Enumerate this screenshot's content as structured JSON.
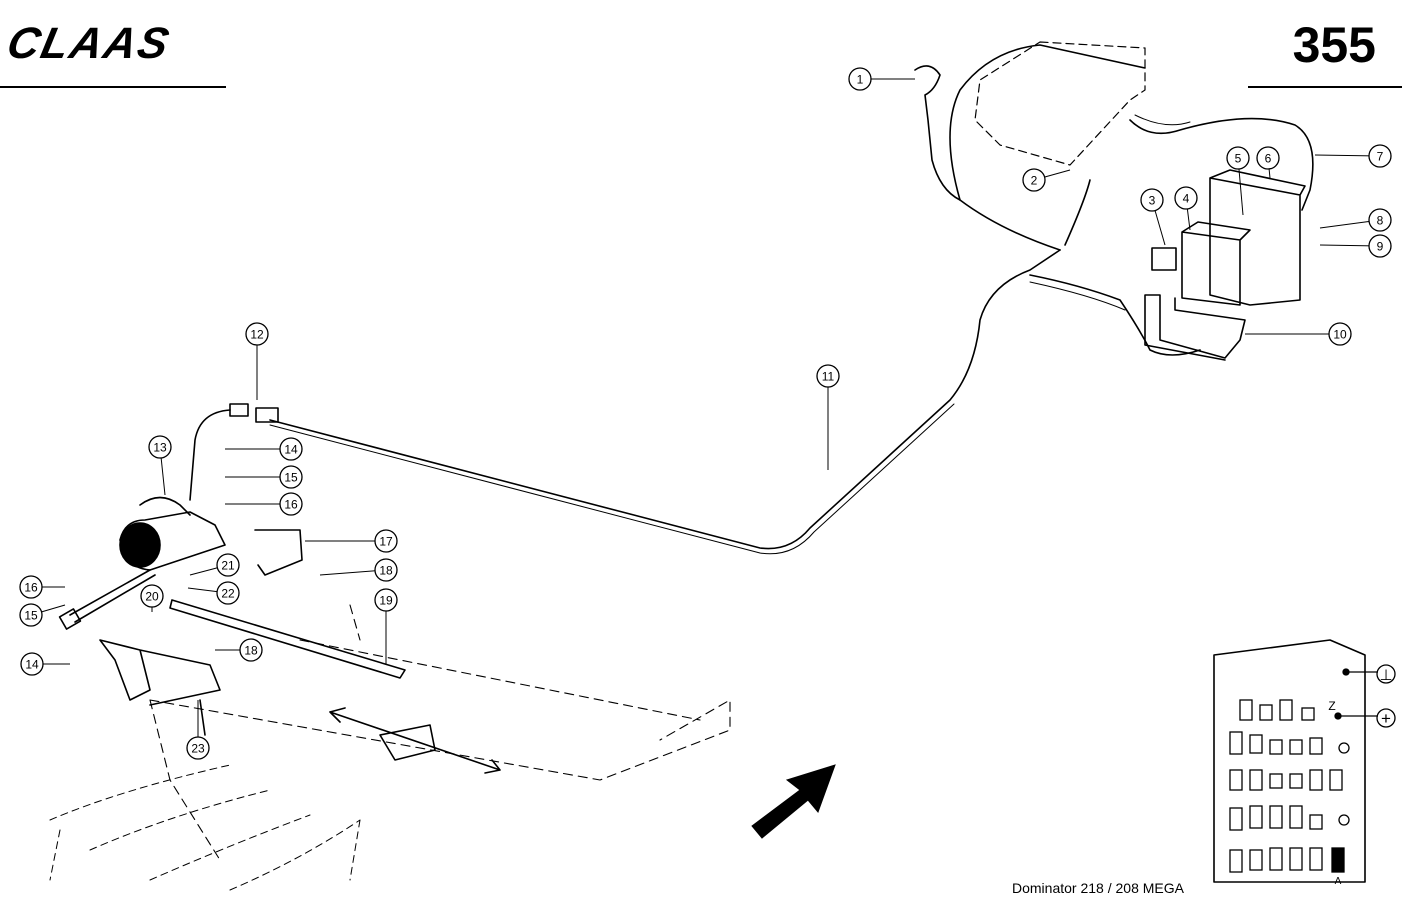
{
  "header": {
    "brand": "CLAAS",
    "page_number": "355"
  },
  "footer": {
    "model": "Dominator 218 / 208 MEGA"
  },
  "callouts": [
    "1",
    "2",
    "3",
    "4",
    "5",
    "6",
    "7",
    "8",
    "9",
    "10",
    "11",
    "12",
    "13",
    "14",
    "15",
    "16",
    "17",
    "18",
    "19",
    "20",
    "21",
    "22",
    "23",
    "14",
    "15",
    "16",
    "18"
  ],
  "fuse_box": {
    "symbol_ground": "⊥",
    "symbol_plus": "+",
    "label_z": "Z",
    "label_a": "A"
  }
}
